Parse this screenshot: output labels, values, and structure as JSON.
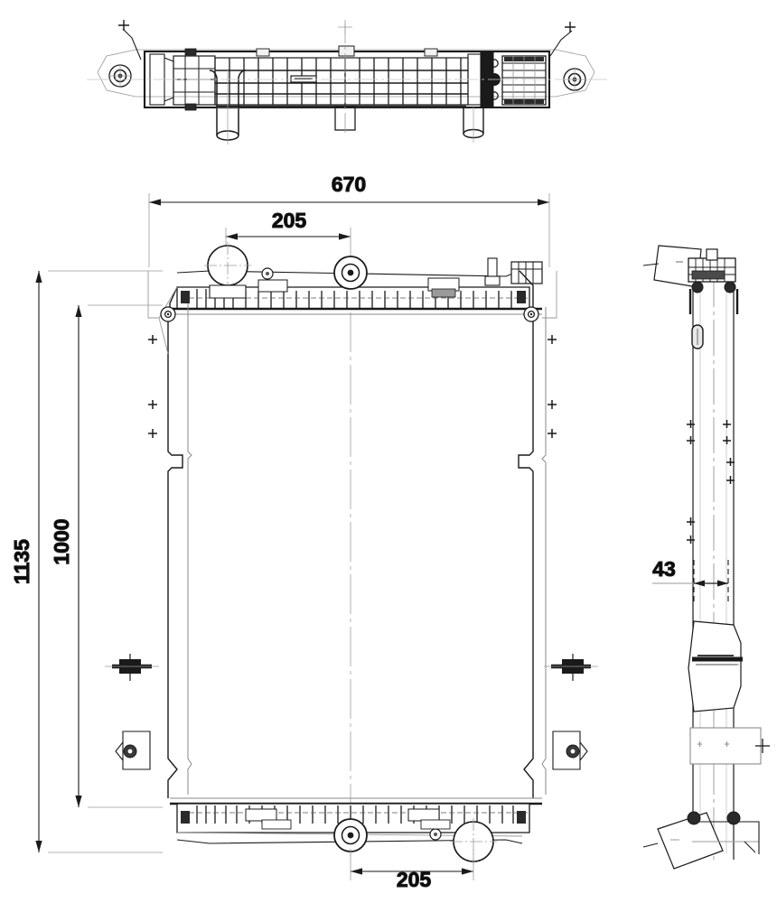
{
  "drawing": {
    "title": "Radiator assembly technical drawing",
    "type": "engineering-drawing",
    "units": "mm",
    "background_color": "#ffffff",
    "line_color": "#1a1a1a",
    "thin_line_color": "#8a8a8a",
    "center_line_color": "#9a9a9a",
    "views": [
      {
        "name": "top-view",
        "label": ""
      },
      {
        "name": "front-view",
        "label": ""
      },
      {
        "name": "side-view",
        "label": ""
      }
    ]
  },
  "dimensions": {
    "overall_width": "670",
    "top_neck_spacing": "205",
    "overall_height": "1135",
    "core_height": "1000",
    "depth": "43",
    "bottom_neck_spacing": "205"
  }
}
